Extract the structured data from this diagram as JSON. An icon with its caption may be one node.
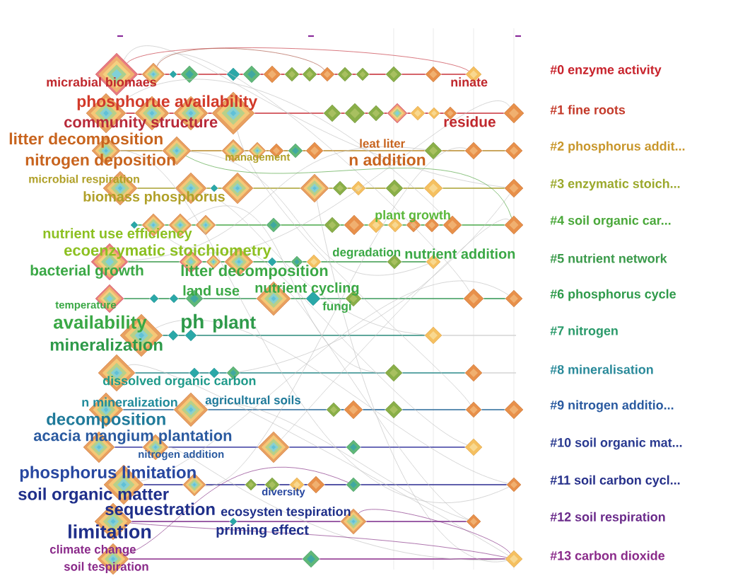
{
  "diagram": {
    "nodes": [
      {
        "text": [],
        "shape": "diamond"
      },
      {
        "text": [],
        "shape": "diamond"
      },
      {
        "text": [],
        "shape": "diamond"
      },
      {
        "text": [],
        "shape": "diamond"
      },
      {
        "text": [],
        "shape": "diamond"
      },
      {
        "text": [],
        "shape": "diamond"
      },
      {
        "text": [],
        "shape": "diamond"
      },
      {
        "text": [],
        "shape": "diamond"
      },
      {
        "text": [],
        "shape": "diamond"
      },
      {
        "text": [],
        "shape": "diamond"
      },
      {
        "text": [],
        "shape": "diamond"
      },
      {
        "text": [],
        "shape": "diamond"
      },
      {
        "text": [],
        "shape": "diamond"
      },
      {
        "text": [],
        "shape": "diamond"
      },
      {
        "text": [],
        "shape": "diamond"
      },
      {
        "text": [],
        "shape": "diamond"
      },
      {
        "text": [],
        "shape": "diamond"
      },
      {
        "text": [],
        "shape": "diamond"
      },
      {
        "text": [],
        "shape": "diamond"
      },
      {
        "text": [],
        "shape": "diamond"
      },
      {
        "text": [],
        "shape": "diamond"
      },
      {
        "text": [],
        "shape": "diamond"
      },
      {
        "text": [],
        "shape": "diamond"
      },
      {
        "text": [],
        "shape": "diamond"
      },
      {
        "text": [],
        "shape": "diamond"
      },
      {
        "text": [],
        "shape": "diamond"
      },
      {
        "text": [],
        "shape": "diamond"
      },
      {
        "text": [],
        "shape": "diamond"
      },
      {
        "text": [],
        "shape": "diamond"
      },
      {
        "text": [],
        "shape": "diamond"
      },
      {
        "text": [],
        "shape": "diamond"
      },
      {
        "text": [],
        "shape": "diamond"
      },
      {
        "text": [],
        "shape": "diamond"
      },
      {
        "text": [],
        "shape": "diamond"
      },
      {
        "text": [],
        "shape": "diamond"
      },
      {
        "text": [],
        "shape": "diamond"
      },
      {
        "text": [],
        "shape": "diamond"
      },
      {
        "text": [],
        "shape": "diamond"
      },
      {
        "text": [],
        "shape": "diamond"
      },
      {
        "text": [],
        "shape": "diamond"
      },
      {
        "text": [],
        "shape": "diamond"
      },
      {
        "text": [],
        "shape": "diamond"
      },
      {
        "text": [],
        "shape": "diamond"
      },
      {
        "text": [],
        "shape": "diamond"
      },
      {
        "text": [],
        "shape": "diamond"
      },
      {
        "text": [],
        "shape": "diamond"
      },
      {
        "text": [],
        "shape": "diamond"
      },
      {
        "text": [],
        "shape": "diamond"
      },
      {
        "text": [],
        "shape": "diamond"
      },
      {
        "text": [],
        "shape": "diamond"
      },
      {
        "text": [],
        "shape": "diamond"
      },
      {
        "text": [],
        "shape": "diamond"
      },
      {
        "text": [],
        "shape": "diamond"
      },
      {
        "text": [],
        "shape": "diamond"
      },
      {
        "text": [],
        "shape": "diamond"
      },
      {
        "text": [],
        "shape": "diamond"
      },
      {
        "text": [],
        "shape": "diamond"
      },
      {
        "text": [],
        "shape": "diamond"
      },
      {
        "text": [],
        "shape": "diamond"
      },
      {
        "text": [],
        "shape": "diamond"
      },
      {
        "text": [],
        "shape": "diamond"
      },
      {
        "text": [],
        "shape": "diamond"
      },
      {
        "text": [],
        "shape": "diamond"
      },
      {
        "text": [],
        "shape": "diamond"
      },
      {
        "text": [],
        "shape": "diamond"
      },
      {
        "text": [],
        "shape": "diamond"
      },
      {
        "text": [],
        "shape": "diamond"
      },
      {
        "text": [],
        "shape": "diamond"
      },
      {
        "text": [],
        "shape": "diamond"
      },
      {
        "text": [],
        "shape": "diamond"
      },
      {
        "text": [],
        "shape": "diamond"
      },
      {
        "text": [],
        "shape": "diamond"
      },
      {
        "text": [],
        "shape": "diamond"
      },
      {
        "text": [],
        "shape": "diamond"
      },
      {
        "text": [],
        "shape": "diamond"
      },
      {
        "text": [],
        "shape": "diamond"
      },
      {
        "text": [],
        "shape": "diamond"
      },
      {
        "text": [],
        "shape": "diamond"
      },
      {
        "text": [],
        "shape": "diamond"
      },
      {
        "text": [],
        "shape": "diamond"
      },
      {
        "text": [],
        "shape": "diamond"
      },
      {
        "text": [],
        "shape": "diamond"
      },
      {
        "text": [],
        "shape": "diamond"
      },
      {
        "text": [],
        "shape": "diamond"
      },
      {
        "text": [],
        "shape": "diamond"
      },
      {
        "text": [],
        "shape": "diamond"
      },
      {
        "text": [],
        "shape": "diamond"
      },
      {
        "text": [],
        "shape": "diamond"
      },
      {
        "text": [],
        "shape": "diamond"
      },
      {
        "text": [],
        "shape": "diamond"
      },
      {
        "text": [],
        "shape": "diamond"
      },
      {
        "text": [],
        "shape": "diamond"
      },
      {
        "text": [],
        "shape": "diamond"
      },
      {
        "text": [],
        "shape": "diamond"
      },
      {
        "text": [],
        "shape": "diamond"
      },
      {
        "text": [],
        "shape": "diamond"
      },
      {
        "text": [],
        "shape": "diamond"
      },
      {
        "text": [],
        "shape": "diamond"
      },
      {
        "text": [],
        "shape": "diamond"
      },
      {
        "text": [],
        "shape": "diamond"
      },
      {
        "text": [],
        "shape": "diamond"
      },
      {
        "text": [],
        "shape": "diamond"
      },
      {
        "text": [],
        "shape": "diamond"
      },
      {
        "text": [],
        "shape": "diamond"
      },
      {
        "text": [],
        "shape": "diamond"
      },
      {
        "text": [],
        "shape": "diamond"
      },
      {
        "text": [],
        "shape": "diamond"
      },
      {
        "text": [],
        "shape": "diamond"
      },
      {
        "text": [],
        "shape": "diamond"
      },
      {
        "text": [],
        "shape": "diamond"
      },
      {
        "text": [],
        "shape": "diamond"
      },
      {
        "text": [],
        "shape": "diamond"
      },
      {
        "text": [],
        "shape": "diamond"
      },
      {
        "text": [],
        "shape": "diamond"
      },
      {
        "text": [],
        "shape": "diamond"
      }
    ],
    "edges": [
      {
        "from": 0,
        "to": 1,
        "arrow": "none",
        "color": "#c8323a"
      },
      {
        "from": 1,
        "to": 2,
        "arrow": "none",
        "color": "#c8323a"
      },
      {
        "from": 2,
        "to": 3,
        "arrow": "none",
        "color": "#c8323a"
      },
      {
        "from": 3,
        "to": 4,
        "arrow": "none",
        "color": "#c8323a"
      },
      {
        "from": 4,
        "to": 5,
        "arrow": "none",
        "color": "#c8323a"
      },
      {
        "from": 5,
        "to": 6,
        "arrow": "none",
        "color": "#c8323a"
      },
      {
        "from": 6,
        "to": 7,
        "arrow": "none",
        "color": "#c8323a"
      },
      {
        "from": 7,
        "to": 8,
        "arrow": "none",
        "color": "#c8323a"
      },
      {
        "from": 8,
        "to": 9,
        "arrow": "none",
        "color": "#c8323a"
      },
      {
        "from": 9,
        "to": 10,
        "arrow": "none",
        "color": "#c8323a"
      },
      {
        "from": 10,
        "to": 11,
        "arrow": "none",
        "color": "#c8323a"
      },
      {
        "from": 11,
        "to": 12,
        "arrow": "none",
        "color": "#c8323a"
      },
      {
        "from": 12,
        "to": 13,
        "arrow": "none",
        "color": "#c8323a"
      },
      {
        "from": 13,
        "to": 14,
        "arrow": "none",
        "color": "#c8323a"
      },
      {
        "from": 15,
        "to": 16,
        "arrow": "none",
        "color": "#c8323a"
      },
      {
        "from": 16,
        "to": 17,
        "arrow": "none",
        "color": "#c8323a"
      },
      {
        "from": 17,
        "to": 18,
        "arrow": "none",
        "color": "#c8323a"
      },
      {
        "from": 18,
        "to": 19,
        "arrow": "none",
        "color": "#c8323a"
      },
      {
        "from": 19,
        "to": 20,
        "arrow": "none",
        "color": "#c8323a"
      },
      {
        "from": 20,
        "to": 21,
        "arrow": "none",
        "color": "#c8323a"
      },
      {
        "from": 21,
        "to": 22,
        "arrow": "none",
        "color": "#c8323a"
      },
      {
        "from": 22,
        "to": 23,
        "arrow": "none",
        "color": "#c8323a"
      },
      {
        "from": 23,
        "to": 24,
        "arrow": "none",
        "color": "#c8323a"
      },
      {
        "from": 24,
        "to": 25,
        "arrow": "none",
        "color": "#c8323a"
      },
      {
        "from": 25,
        "to": 26,
        "arrow": "none",
        "color": "#c8323a"
      },
      {
        "from": 27,
        "to": 28,
        "arrow": "none",
        "color": "#b88a2a"
      },
      {
        "from": 28,
        "to": 29,
        "arrow": "none",
        "color": "#b88a2a"
      },
      {
        "from": 29,
        "to": 30,
        "arrow": "none",
        "color": "#b88a2a"
      },
      {
        "from": 30,
        "to": 31,
        "arrow": "none",
        "color": "#b88a2a"
      },
      {
        "from": 31,
        "to": 32,
        "arrow": "none",
        "color": "#b88a2a"
      },
      {
        "from": 32,
        "to": 33,
        "arrow": "none",
        "color": "#b88a2a"
      },
      {
        "from": 33,
        "to": 34,
        "arrow": "none",
        "color": "#b88a2a"
      },
      {
        "from": 34,
        "to": 35,
        "arrow": "none",
        "color": "#b88a2a"
      },
      {
        "from": 35,
        "to": 36,
        "arrow": "none",
        "color": "#b88a2a"
      },
      {
        "from": 37,
        "to": 38,
        "arrow": "none",
        "color": "#a8a030"
      },
      {
        "from": 38,
        "to": 39,
        "arrow": "none",
        "color": "#a8a030"
      },
      {
        "from": 39,
        "to": 40,
        "arrow": "none",
        "color": "#a8a030"
      },
      {
        "from": 40,
        "to": 41,
        "arrow": "none",
        "color": "#a8a030"
      },
      {
        "from": 41,
        "to": 42,
        "arrow": "none",
        "color": "#a8a030"
      },
      {
        "from": 42,
        "to": 43,
        "arrow": "none",
        "color": "#a8a030"
      },
      {
        "from": 43,
        "to": 44,
        "arrow": "none",
        "color": "#a8a030"
      },
      {
        "from": 44,
        "to": 45,
        "arrow": "none",
        "color": "#a8a030"
      },
      {
        "from": 45,
        "to": 46,
        "arrow": "none",
        "color": "#a8a030"
      },
      {
        "from": 47,
        "to": 48,
        "arrow": "none",
        "color": "#4aa84a"
      },
      {
        "from": 48,
        "to": 49,
        "arrow": "none",
        "color": "#4aa84a"
      },
      {
        "from": 49,
        "to": 50,
        "arrow": "none",
        "color": "#4aa84a"
      },
      {
        "from": 50,
        "to": 51,
        "arrow": "none",
        "color": "#4aa84a"
      },
      {
        "from": 51,
        "to": 52,
        "arrow": "none",
        "color": "#4aa84a"
      },
      {
        "from": 52,
        "to": 53,
        "arrow": "none",
        "color": "#4aa84a"
      },
      {
        "from": 53,
        "to": 54,
        "arrow": "none",
        "color": "#4aa84a"
      },
      {
        "from": 54,
        "to": 55,
        "arrow": "none",
        "color": "#4aa84a"
      },
      {
        "from": 55,
        "to": 56,
        "arrow": "none",
        "color": "#4aa84a"
      },
      {
        "from": 56,
        "to": 57,
        "arrow": "none",
        "color": "#4aa84a"
      },
      {
        "from": 57,
        "to": 58,
        "arrow": "none",
        "color": "#4aa84a"
      },
      {
        "from": 58,
        "to": 59,
        "arrow": "none",
        "color": "#4aa84a"
      },
      {
        "from": 60,
        "to": 61,
        "arrow": "none",
        "color": "#3a9a4a"
      },
      {
        "from": 61,
        "to": 62,
        "arrow": "none",
        "color": "#3a9a4a"
      },
      {
        "from": 62,
        "to": 63,
        "arrow": "none",
        "color": "#3a9a4a"
      },
      {
        "from": 63,
        "to": 64,
        "arrow": "none",
        "color": "#3a9a4a"
      },
      {
        "from": 64,
        "to": 65,
        "arrow": "none",
        "color": "#3a9a4a"
      },
      {
        "from": 65,
        "to": 66,
        "arrow": "none",
        "color": "#3a9a4a"
      },
      {
        "from": 66,
        "to": 67,
        "arrow": "none",
        "color": "#3a9a4a"
      },
      {
        "from": 67,
        "to": 68,
        "arrow": "none",
        "color": "#3a9a4a"
      },
      {
        "from": 69,
        "to": 70,
        "arrow": "none",
        "color": "#3a9a5a"
      },
      {
        "from": 70,
        "to": 71,
        "arrow": "none",
        "color": "#3a9a5a"
      },
      {
        "from": 71,
        "to": 72,
        "arrow": "none",
        "color": "#3a9a5a"
      },
      {
        "from": 72,
        "to": 73,
        "arrow": "none",
        "color": "#3a9a5a"
      },
      {
        "from": 73,
        "to": 74,
        "arrow": "none",
        "color": "#3a9a5a"
      },
      {
        "from": 74,
        "to": 75,
        "arrow": "none",
        "color": "#3a9a5a"
      },
      {
        "from": 75,
        "to": 76,
        "arrow": "none",
        "color": "#3a9a5a"
      },
      {
        "from": 76,
        "to": 77,
        "arrow": "none",
        "color": "#3a9a5a"
      },
      {
        "from": 78,
        "to": 79,
        "arrow": "none",
        "color": "#2a8a7a"
      },
      {
        "from": 79,
        "to": 80,
        "arrow": "none",
        "color": "#2a8a7a"
      },
      {
        "from": 80,
        "to": 81,
        "arrow": "none",
        "color": "#2a8a7a"
      },
      {
        "from": 81,
        "to": null,
        "arrow": "none",
        "color": "#d4d4d4"
      },
      {
        "from": 82,
        "to": 83,
        "arrow": "none",
        "color": "#2a8a8a"
      },
      {
        "from": 83,
        "to": 84,
        "arrow": "none",
        "color": "#2a8a8a"
      },
      {
        "from": 84,
        "to": 85,
        "arrow": "none",
        "color": "#2a8a8a"
      },
      {
        "from": 85,
        "to": 86,
        "arrow": "none",
        "color": "#2a8a8a"
      },
      {
        "from": 86,
        "to": 87,
        "arrow": "none",
        "color": "#2a8a8a"
      },
      {
        "from": 87,
        "to": null,
        "arrow": "none",
        "color": "#d4d4d4"
      },
      {
        "from": 88,
        "to": 89,
        "arrow": "none",
        "color": "#2a6a9a"
      },
      {
        "from": 89,
        "to": 90,
        "arrow": "none",
        "color": "#2a6a9a"
      },
      {
        "from": 90,
        "to": 91,
        "arrow": "none",
        "color": "#2a6a9a"
      },
      {
        "from": 91,
        "to": 92,
        "arrow": "none",
        "color": "#2a6a9a"
      },
      {
        "from": 92,
        "to": 93,
        "arrow": "none",
        "color": "#2a6a9a"
      },
      {
        "from": 93,
        "to": 94,
        "arrow": "none",
        "color": "#2a6a9a"
      },
      {
        "from": 95,
        "to": 96,
        "arrow": "none",
        "color": "#3a3aa0"
      },
      {
        "from": 96,
        "to": 97,
        "arrow": "none",
        "color": "#3a3aa0"
      },
      {
        "from": 97,
        "to": 98,
        "arrow": "none",
        "color": "#3a3aa0"
      },
      {
        "from": 98,
        "to": 99,
        "arrow": "none",
        "color": "#3a3aa0"
      },
      {
        "from": 100,
        "to": 101,
        "arrow": "none",
        "color": "#2a2a90"
      },
      {
        "from": 101,
        "to": 102,
        "arrow": "none",
        "color": "#2a2a90"
      },
      {
        "from": 102,
        "to": 103,
        "arrow": "none",
        "color": "#2a2a90"
      },
      {
        "from": 103,
        "to": 104,
        "arrow": "none",
        "color": "#2a2a90"
      },
      {
        "from": 104,
        "to": 105,
        "arrow": "none",
        "color": "#2a2a90"
      },
      {
        "from": 105,
        "to": 106,
        "arrow": "none",
        "color": "#2a2a90"
      },
      {
        "from": 106,
        "to": 107,
        "arrow": "none",
        "color": "#2a2a90"
      },
      {
        "from": 108,
        "to": 109,
        "arrow": "none",
        "color": "#7a2a8a"
      },
      {
        "from": 109,
        "to": 110,
        "arrow": "none",
        "color": "#7a2a8a"
      },
      {
        "from": 110,
        "to": 111,
        "arrow": "none",
        "color": "#7a2a8a"
      },
      {
        "from": 112,
        "to": 113,
        "arrow": "none",
        "color": "#8a2a8a"
      },
      {
        "from": 113,
        "to": 114,
        "arrow": "none",
        "color": "#8a2a8a"
      },
      {
        "from": 0,
        "to": 46,
        "arrow": "none",
        "color": "#c4c4c4"
      },
      {
        "from": 1,
        "to": 76,
        "arrow": "none",
        "color": "#c4c4c4"
      },
      {
        "from": 15,
        "to": 58,
        "arrow": "none",
        "color": "#c4c4c4"
      },
      {
        "from": 18,
        "to": 93,
        "arrow": "none",
        "color": "#c4c4c4"
      },
      {
        "from": 28,
        "to": 68,
        "arrow": "none",
        "color": "#c4c4c4"
      },
      {
        "from": 27,
        "to": 107,
        "arrow": "none",
        "color": "#c4c4c4"
      },
      {
        "from": 38,
        "to": 81,
        "arrow": "none",
        "color": "#c4c4c4"
      },
      {
        "from": 41,
        "to": 114,
        "arrow": "none",
        "color": "#c4c4c4"
      },
      {
        "from": 49,
        "to": 86,
        "arrow": "none",
        "color": "#c4c4c4"
      },
      {
        "from": 48,
        "to": 26,
        "arrow": "none",
        "color": "#c4c4c4"
      },
      {
        "from": 63,
        "to": 99,
        "arrow": "none",
        "color": "#c4c4c4"
      },
      {
        "from": 60,
        "to": 34,
        "arrow": "none",
        "color": "#c4c4c4"
      },
      {
        "from": 73,
        "to": 111,
        "arrow": "none",
        "color": "#c4c4c4"
      },
      {
        "from": 78,
        "to": 107,
        "arrow": "none",
        "color": "#c4c4c4"
      },
      {
        "from": 82,
        "to": 114,
        "arrow": "none",
        "color": "#c4c4c4"
      },
      {
        "from": 85,
        "to": 46,
        "arrow": "none",
        "color": "#c4c4c4"
      },
      {
        "from": 89,
        "to": 111,
        "arrow": "none",
        "color": "#c4c4c4"
      },
      {
        "from": 96,
        "to": 114,
        "arrow": "none",
        "color": "#c4c4c4"
      },
      {
        "from": 97,
        "to": 59,
        "arrow": "none",
        "color": "#c4c4c4"
      },
      {
        "from": 101,
        "to": 35,
        "arrow": "none",
        "color": "#c4c4c4"
      },
      {
        "from": 100,
        "to": 77,
        "arrow": "none",
        "color": "#c4c4c4"
      },
      {
        "from": 0,
        "to": 14,
        "arrow": "none",
        "color": "#c8404a"
      },
      {
        "from": 1,
        "to": 9,
        "arrow": "none",
        "color": "#b06050"
      },
      {
        "from": 28,
        "to": 59,
        "arrow": "none",
        "color": "#5aa84a"
      },
      {
        "from": 112,
        "to": 106,
        "arrow": "none",
        "color": "#8a3a8a"
      },
      {
        "from": 110,
        "to": 114,
        "arrow": "none",
        "color": "#8a3a8a"
      },
      {
        "from": 108,
        "to": 114,
        "arrow": "none",
        "color": "#8a3a8a"
      }
    ],
    "labels": [
      "#0 enzyme activity",
      "micrabial biomaes",
      "ninate",
      "phosphorue availability",
      "#1 fine roots",
      "community structure",
      "residue",
      "litter decomposition",
      "leat liter",
      "#2 phosphorus addit...",
      "nitrogen deposition",
      "management",
      "n addition",
      "microbial respiration",
      "#3 enzymatic stoich...",
      "biomass phosphorus",
      "plant growth",
      "#4 soil organic car...",
      "nutrient use efficiency",
      "ecoenzymatic stoichiometry",
      "degradation",
      "nutrient addition",
      "#5 nutrient network",
      "bacterial growth",
      "litter decomposition",
      "land use",
      "nutrient cycling",
      "#6 phosphorus cycle",
      "temperature",
      "fungi",
      "availability",
      "ph",
      "plant",
      "#7 nitrogen",
      "mineralization",
      "#8 mineralisation",
      "dissolved organic carbon",
      "n mineralization",
      "agricultural soils",
      "#9 nitrogen additio...",
      "decomposition",
      "acacia mangium plantation",
      "#10 soil organic mat...",
      "nitrogen addition",
      "phosphorus limitation",
      "#11 soil carbon cycl...",
      "soil organic matter",
      "diversity",
      "sequestration",
      "ecosysten tespiration",
      "#12 soil respiration",
      "limitation",
      "priming effect",
      "climate change",
      "#13 carbon dioxide",
      "soil tespiration"
    ]
  }
}
